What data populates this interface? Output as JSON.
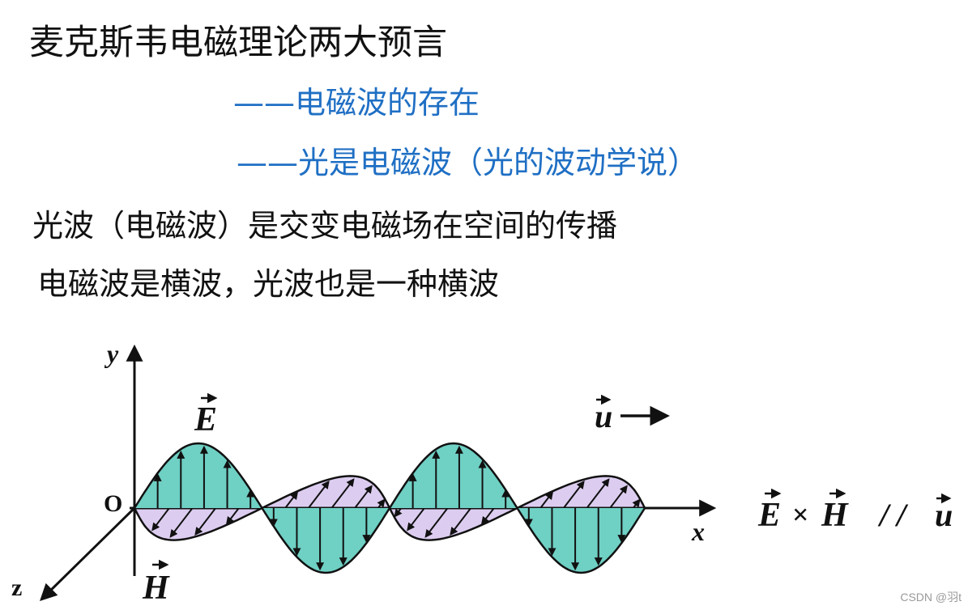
{
  "slide": {
    "title": "麦克斯韦电磁理论两大预言",
    "predictions": [
      "——电磁波的存在",
      "——光是电磁波（光的波动学说）"
    ],
    "statements": [
      "光波（电磁波）是交变电磁场在空间的传播",
      "电磁波是横波，光波也是一种横波"
    ]
  },
  "diagram": {
    "axis_y": "y",
    "axis_x": "x",
    "axis_z": "z",
    "origin": "O",
    "e_label": "E",
    "h_label": "H",
    "u_label": "u",
    "relation_e": "E",
    "relation_cross": "×",
    "relation_h": "H",
    "relation_parallel": "/ /",
    "relation_u": "u",
    "colors": {
      "e_fill": "#6fd0c4",
      "h_fill": "#dccdf0",
      "axis": "#111111"
    }
  },
  "watermark": "CSDN @羽t"
}
